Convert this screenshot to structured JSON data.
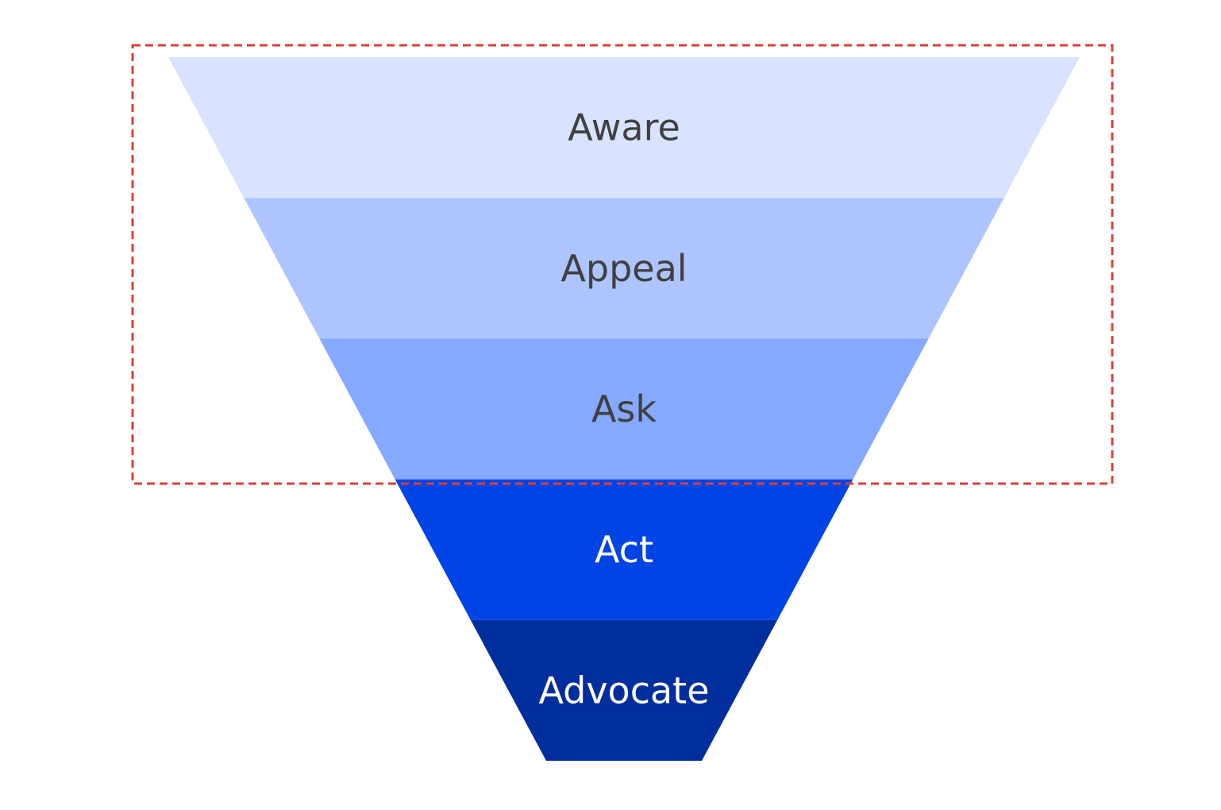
{
  "funnel": {
    "stages": [
      {
        "label": "Aware",
        "fill": "#D9E3FF",
        "text_color": "#404040"
      },
      {
        "label": "Appeal",
        "fill": "#AEC4FF",
        "text_color": "#404040"
      },
      {
        "label": "Ask",
        "fill": "#85A9FF",
        "text_color": "#404040"
      },
      {
        "label": "Act",
        "fill": "#0044E6",
        "text_color": "#FFFFFF"
      },
      {
        "label": "Advocate",
        "fill": "#012E9D",
        "text_color": "#FFFFFF"
      }
    ],
    "highlight_box": {
      "stroke": "#D9403A",
      "style": "dashed"
    }
  }
}
